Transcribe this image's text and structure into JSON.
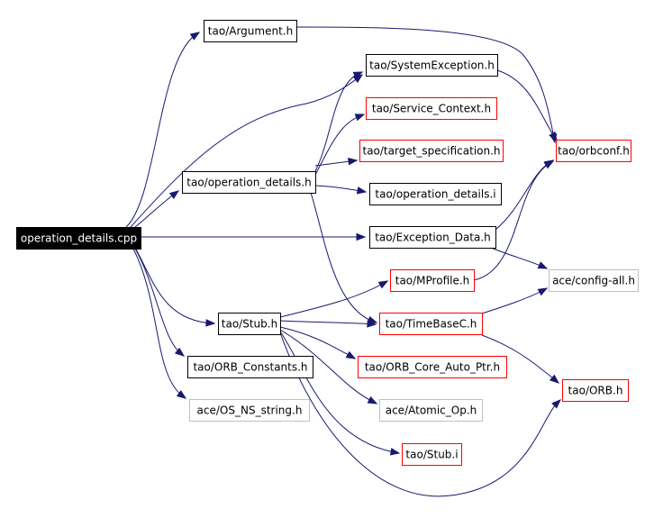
{
  "diagram": {
    "colors": {
      "edge": "#191970",
      "root_fill": "#000000",
      "root_text": "#ffffff",
      "default_border": "#000000",
      "missing_border": "#ff0000",
      "external_border": "#bfbfbf",
      "node_fill": "#ffffff",
      "node_text": "#000000"
    },
    "nodes": [
      {
        "id": "root",
        "label": "operation_details.cpp",
        "style": "root"
      },
      {
        "id": "argument",
        "label": "tao/Argument.h",
        "style": "default"
      },
      {
        "id": "sysexc",
        "label": "tao/SystemException.h",
        "style": "default"
      },
      {
        "id": "servctx",
        "label": "tao/Service_Context.h",
        "style": "missing"
      },
      {
        "id": "targetspec",
        "label": "tao/target_specification.h",
        "style": "missing"
      },
      {
        "id": "opdet_h",
        "label": "tao/operation_details.h",
        "style": "default"
      },
      {
        "id": "opdet_i",
        "label": "tao/operation_details.i",
        "style": "default"
      },
      {
        "id": "orbconf",
        "label": "tao/orbconf.h",
        "style": "missing"
      },
      {
        "id": "excdata",
        "label": "tao/Exception_Data.h",
        "style": "default"
      },
      {
        "id": "configall",
        "label": "ace/config-all.h",
        "style": "external"
      },
      {
        "id": "mprofile",
        "label": "tao/MProfile.h",
        "style": "missing"
      },
      {
        "id": "stub_h",
        "label": "tao/Stub.h",
        "style": "default"
      },
      {
        "id": "timebase",
        "label": "tao/TimeBaseC.h",
        "style": "missing"
      },
      {
        "id": "orbconst",
        "label": "tao/ORB_Constants.h",
        "style": "default"
      },
      {
        "id": "corepptr",
        "label": "tao/ORB_Core_Auto_Ptr.h",
        "style": "missing"
      },
      {
        "id": "orb",
        "label": "tao/ORB.h",
        "style": "missing"
      },
      {
        "id": "osns",
        "label": "ace/OS_NS_string.h",
        "style": "external"
      },
      {
        "id": "atomic",
        "label": "ace/Atomic_Op.h",
        "style": "external"
      },
      {
        "id": "stub_i",
        "label": "tao/Stub.i",
        "style": "missing"
      }
    ],
    "edges": [
      {
        "from": "root",
        "to": "argument"
      },
      {
        "from": "root",
        "to": "sysexc"
      },
      {
        "from": "root",
        "to": "opdet_h"
      },
      {
        "from": "root",
        "to": "excdata"
      },
      {
        "from": "root",
        "to": "stub_h"
      },
      {
        "from": "root",
        "to": "orbconst"
      },
      {
        "from": "root",
        "to": "osns"
      },
      {
        "from": "argument",
        "to": "orbconf"
      },
      {
        "from": "sysexc",
        "to": "orbconf"
      },
      {
        "from": "opdet_h",
        "to": "sysexc"
      },
      {
        "from": "opdet_h",
        "to": "servctx"
      },
      {
        "from": "opdet_h",
        "to": "targetspec"
      },
      {
        "from": "opdet_h",
        "to": "opdet_i"
      },
      {
        "from": "opdet_h",
        "to": "timebase"
      },
      {
        "from": "excdata",
        "to": "orbconf"
      },
      {
        "from": "excdata",
        "to": "configall"
      },
      {
        "from": "mprofile",
        "to": "orbconf"
      },
      {
        "from": "timebase",
        "to": "configall"
      },
      {
        "from": "timebase",
        "to": "orb"
      },
      {
        "from": "stub_h",
        "to": "mprofile"
      },
      {
        "from": "stub_h",
        "to": "timebase"
      },
      {
        "from": "stub_h",
        "to": "corepptr"
      },
      {
        "from": "stub_h",
        "to": "atomic"
      },
      {
        "from": "stub_h",
        "to": "stub_i"
      },
      {
        "from": "stub_h",
        "to": "orb"
      }
    ]
  }
}
